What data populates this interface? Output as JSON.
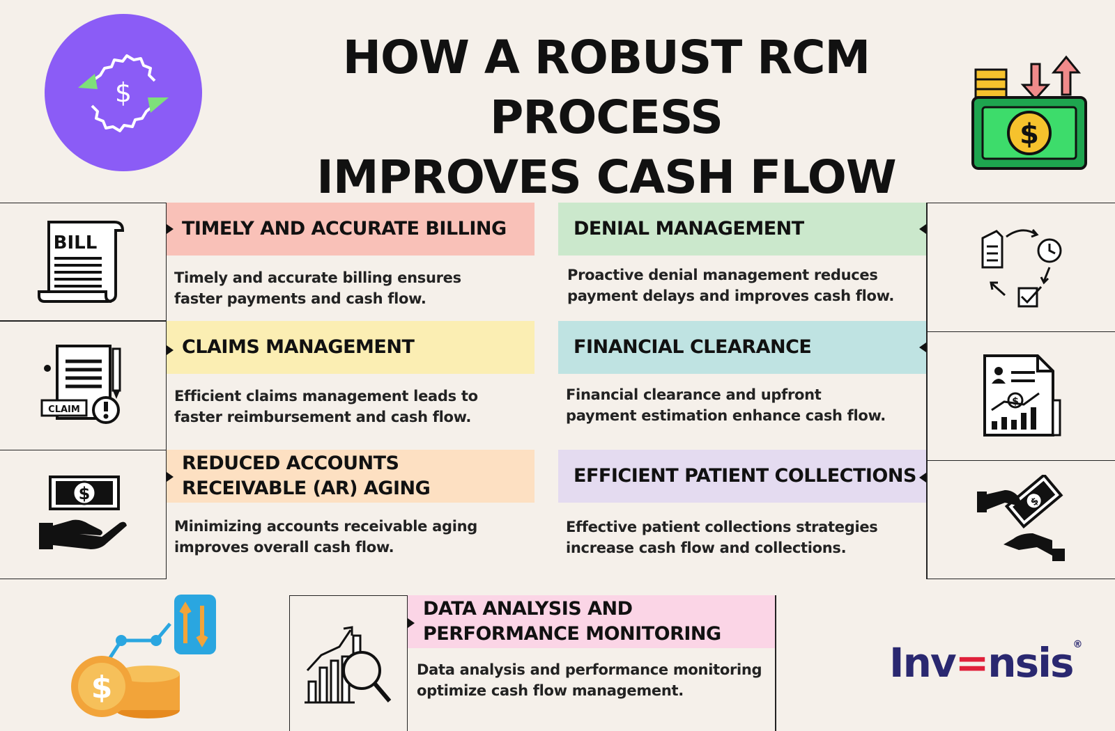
{
  "header": {
    "title_line1": "HOW A ROBUST RCM PROCESS",
    "title_line2": "IMPROVES CASH FLOW"
  },
  "colors": {
    "billing": "#f9c1b8",
    "claims": "#fbeeb3",
    "ar": "#fde0c2",
    "denial": "#cbe8cc",
    "clearance": "#bfe3e2",
    "collections": "#e4dbf0",
    "data": "#fbd5e6",
    "accent_purple": "#8b5cf6",
    "logo_navy": "#2a2870"
  },
  "items": {
    "billing": {
      "title": "TIMELY AND ACCURATE BILLING",
      "desc1": "Timely and accurate billing ensures",
      "desc2": "faster payments and cash flow.",
      "icon": "bill-icon",
      "icon_text": "BILL"
    },
    "claims": {
      "title": "CLAIMS MANAGEMENT",
      "desc1": "Efficient claims management leads to",
      "desc2": "faster reimbursement and cash flow.",
      "icon": "claim-document-icon",
      "icon_text": "CLAIM"
    },
    "ar": {
      "title1": "REDUCED ACCOUNTS",
      "title2": "RECEIVABLE (AR) AGING",
      "desc1": "Minimizing accounts receivable aging",
      "desc2": "improves overall cash flow.",
      "icon": "cash-in-hand-icon"
    },
    "denial": {
      "title": "DENIAL MANAGEMENT",
      "desc1": "Proactive denial management reduces",
      "desc2": "payment delays and improves cash flow.",
      "icon": "workflow-cycle-icon"
    },
    "clearance": {
      "title": "FINANCIAL CLEARANCE",
      "desc1": "Financial clearance and upfront",
      "desc2": "payment estimation enhance cash flow.",
      "icon": "financial-report-icon"
    },
    "collections": {
      "title": "EFFICIENT PATIENT COLLECTIONS",
      "desc1": "Effective patient collections strategies",
      "desc2": "increase cash flow and collections.",
      "icon": "money-handover-icon"
    },
    "data": {
      "title1": "DATA ANALYSIS AND",
      "title2": "PERFORMANCE MONITORING",
      "desc1": "Data analysis and performance monitoring",
      "desc2": "optimize cash flow management.",
      "icon": "analytics-magnifier-icon"
    }
  },
  "decor": {
    "top_left": "dollar-cycle-icon",
    "top_right": "cash-flow-wallet-icon",
    "bottom_left": "coins-growth-icon"
  },
  "logo": {
    "text1": "In",
    "text2": "v",
    "text3": "nsis",
    "eq": "=",
    "mark": "®"
  }
}
